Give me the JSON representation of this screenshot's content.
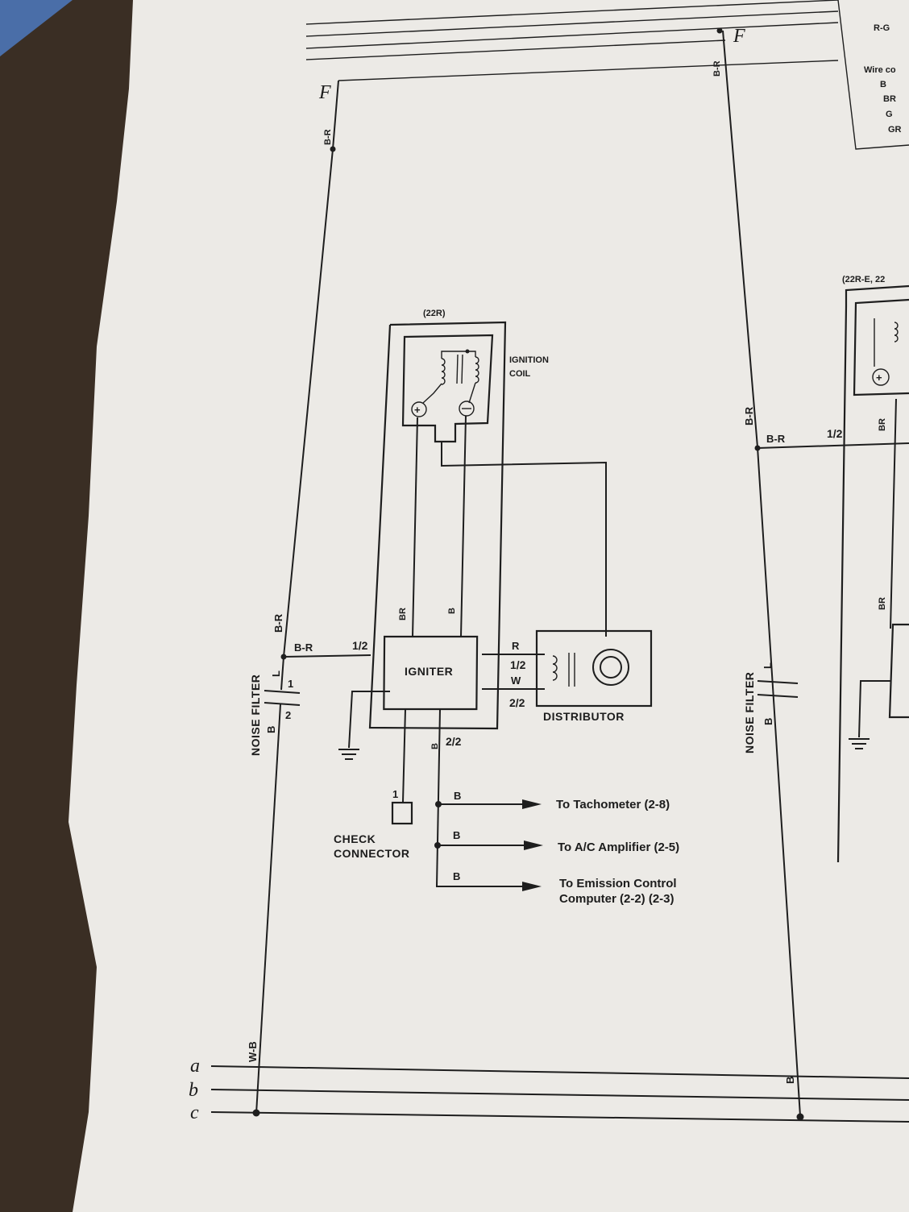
{
  "header_labels": {
    "f_left": "F",
    "f_right": "F",
    "rg": "R-G"
  },
  "legend": {
    "title": "Wire co",
    "rows": [
      "B",
      "BR",
      "G",
      "GR"
    ]
  },
  "engine_left": "(22R)",
  "engine_right": "(22R-E, 22",
  "components": {
    "ignition_coil_line1": "IGNITION",
    "ignition_coil_line2": "COIL",
    "igniter": "IGNITER",
    "distributor": "DISTRIBUTOR",
    "noise_filter_left": "NOISE FILTER",
    "noise_filter_right": "NOISE FILTER",
    "check_connector_line1": "CHECK",
    "check_connector_line2": "CONNECTOR"
  },
  "wire_labels": {
    "br_top": "B-R",
    "br_vertical": "B-R",
    "br_horizontal": "B-R",
    "l_left": "L",
    "b_left": "B",
    "pin1": "1",
    "pin2": "2",
    "br_igniter": "BR",
    "b_igniter": "B",
    "r_dist": "R",
    "w_dist": "W",
    "b_igniter_bottom": "B",
    "check_pin": "1",
    "wb": "W-B",
    "br_right_top": "B-R",
    "br_right_vertical": "B-R",
    "br_right_horizontal": "B-R",
    "l_right": "L",
    "b_right": "B",
    "b_bottom_right": "B",
    "br_right_edge": "BR",
    "br_right_edge2": "BR",
    "frac_12_right": "1/2"
  },
  "fractions": {
    "igniter_left": "1/2",
    "dist_top": "1/2",
    "dist_bottom": "2/2",
    "igniter_bottom": "2/2"
  },
  "outputs": [
    {
      "wire": "B",
      "text": "To Tachometer (2-8)"
    },
    {
      "wire": "B",
      "text": "To A/C Amplifier (2-5)"
    },
    {
      "wire": "B",
      "line1": "To Emission Control",
      "line2": "Computer (2-2) (2-3)"
    }
  ],
  "bus": [
    "a",
    "b",
    "c"
  ]
}
